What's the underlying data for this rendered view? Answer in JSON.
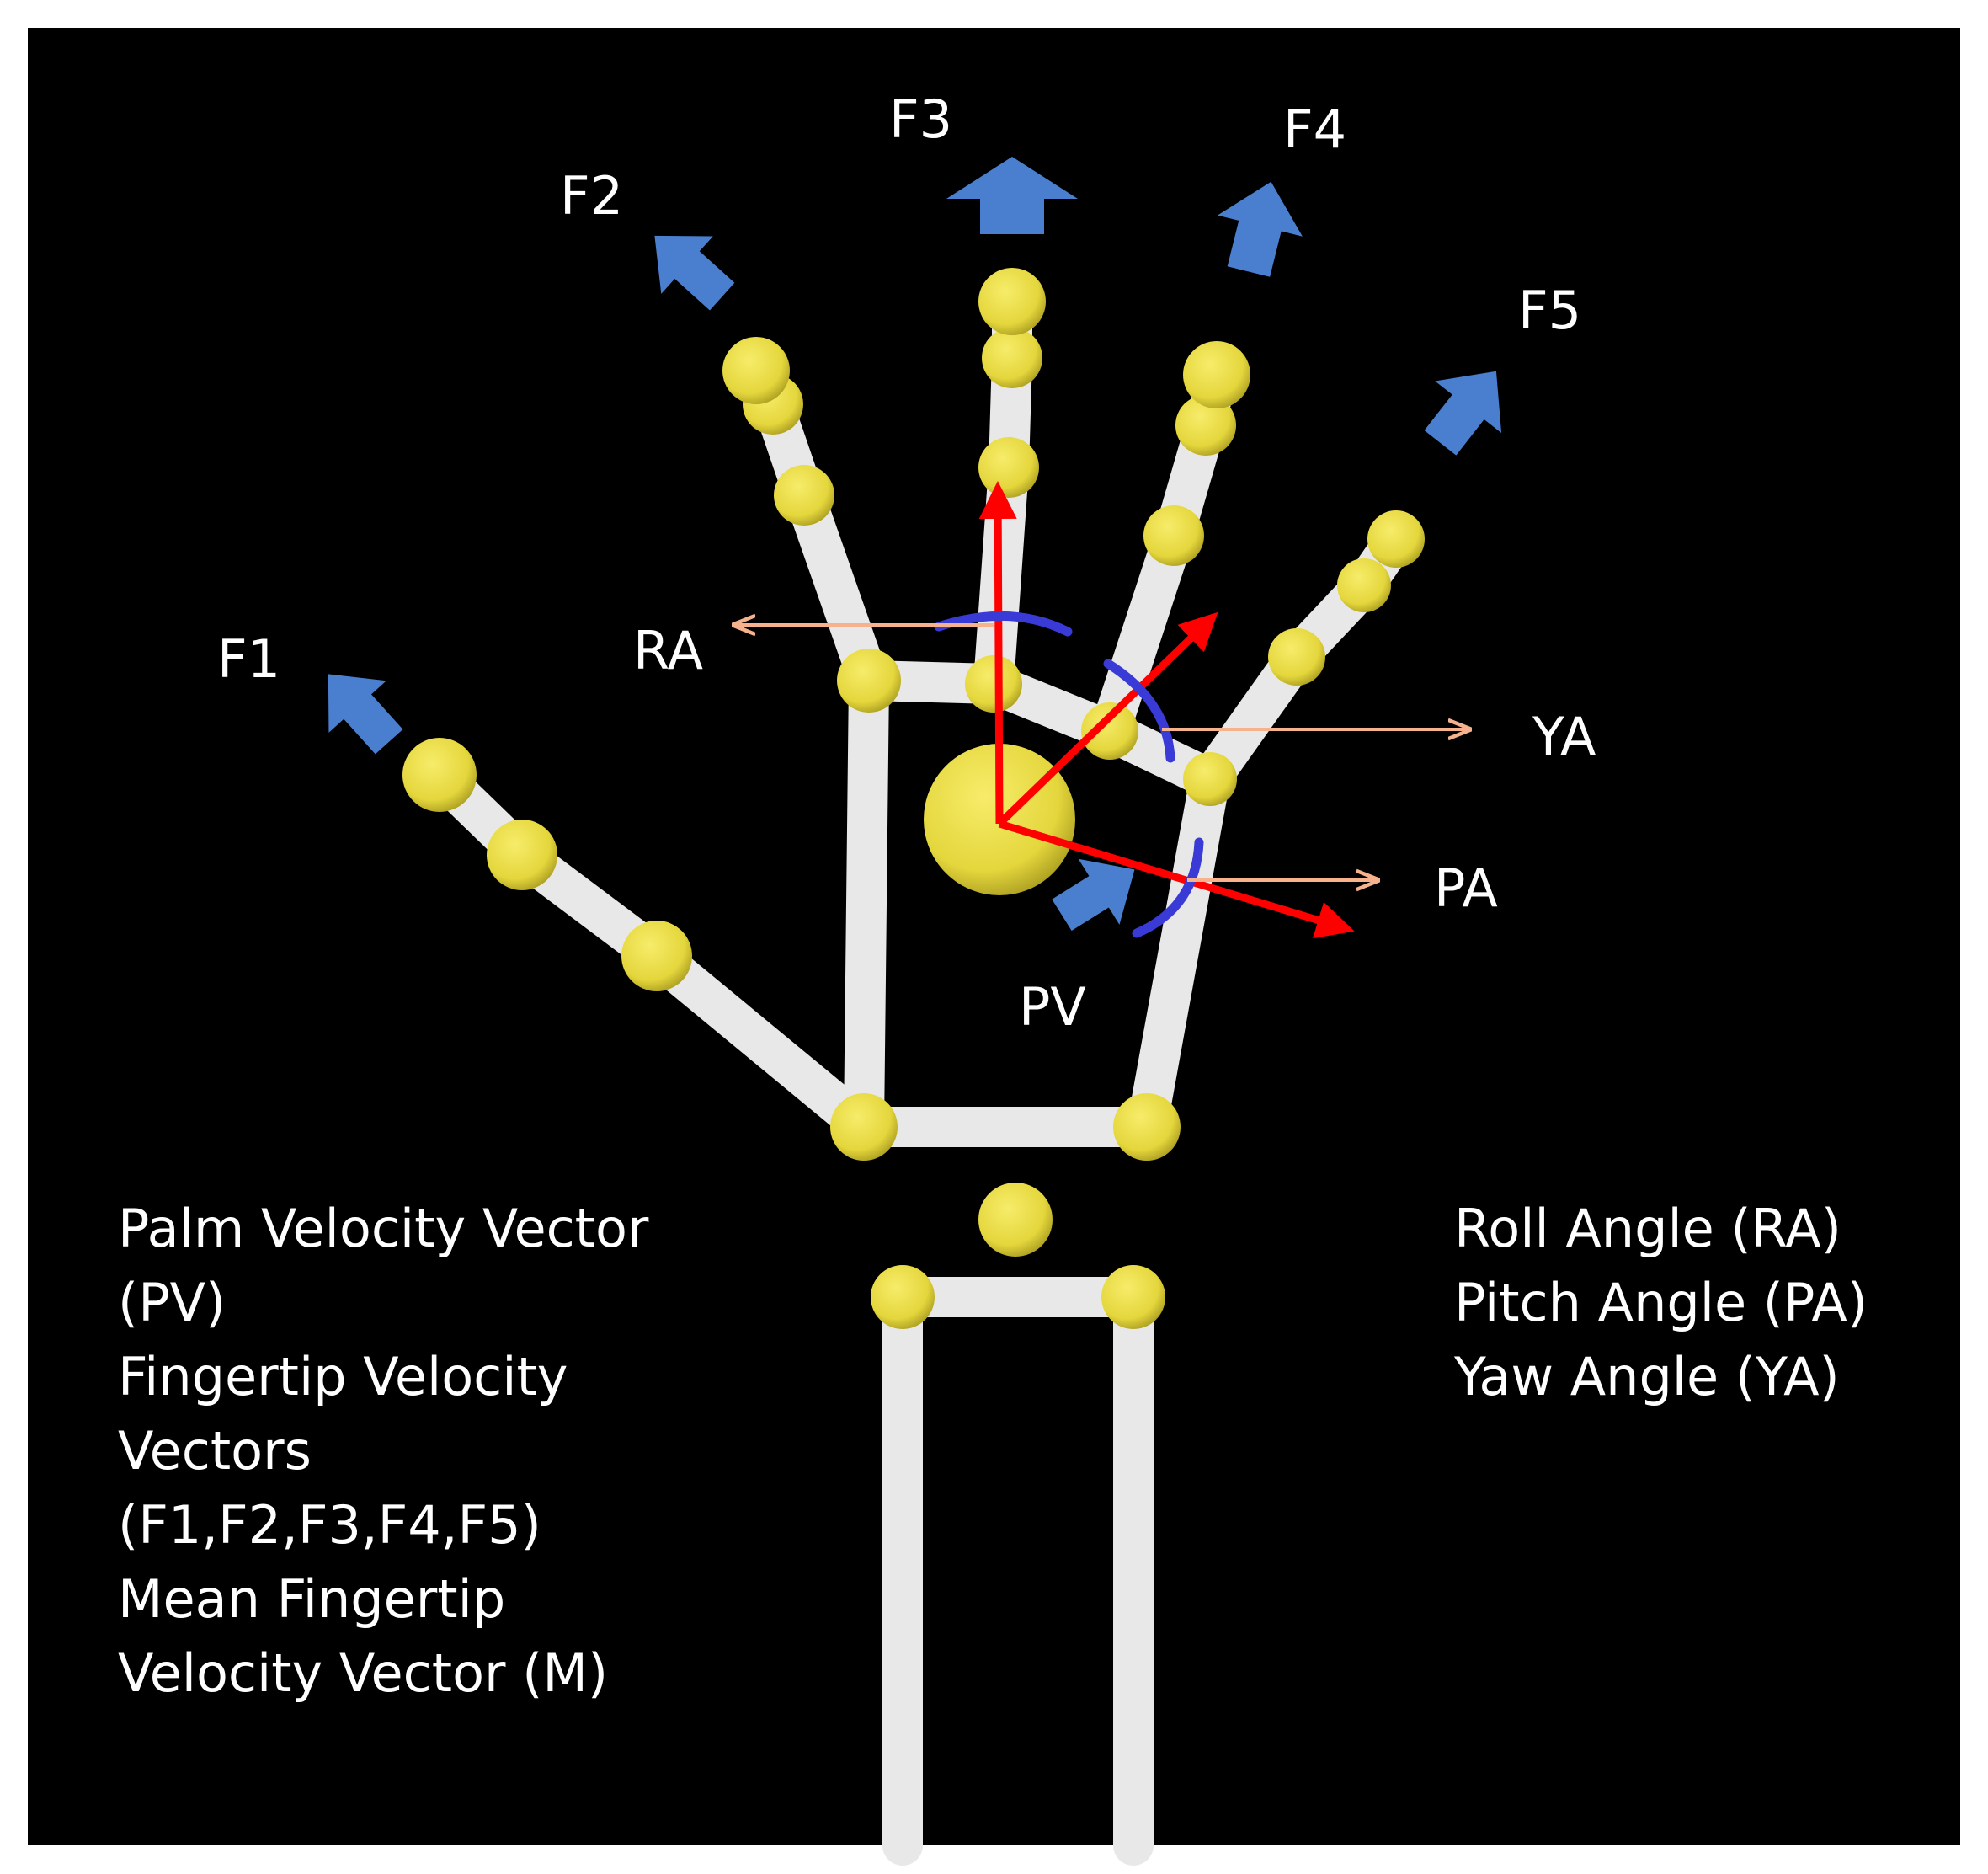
{
  "diagram": {
    "fingertip_labels": [
      "F1",
      "F2",
      "F3",
      "F4",
      "F5"
    ],
    "angle_labels": {
      "roll": "RA",
      "yaw": "YA",
      "pitch": "PA"
    },
    "palm_velocity_label": "PV",
    "legend_left": [
      "Palm Velocity Vector",
      "(PV)",
      "Fingertip Velocity",
      "Vectors",
      "(F1,F2,F3,F4,F5)",
      "Mean Fingertip",
      "Velocity Vector (M)"
    ],
    "legend_right": [
      "Roll Angle (RA)",
      "Pitch Angle (PA)",
      "Yaw Angle (YA)"
    ],
    "colors": {
      "background": "#000000",
      "bone": "#e6e6e6",
      "joint": "#e4d63c",
      "velocity_arrow": "#4a7fd0",
      "axis_arrow": "#ff0000",
      "angle_arc": "#3a3ad6",
      "pointer_line": "#f5b28c",
      "text": "#ffffff"
    }
  }
}
